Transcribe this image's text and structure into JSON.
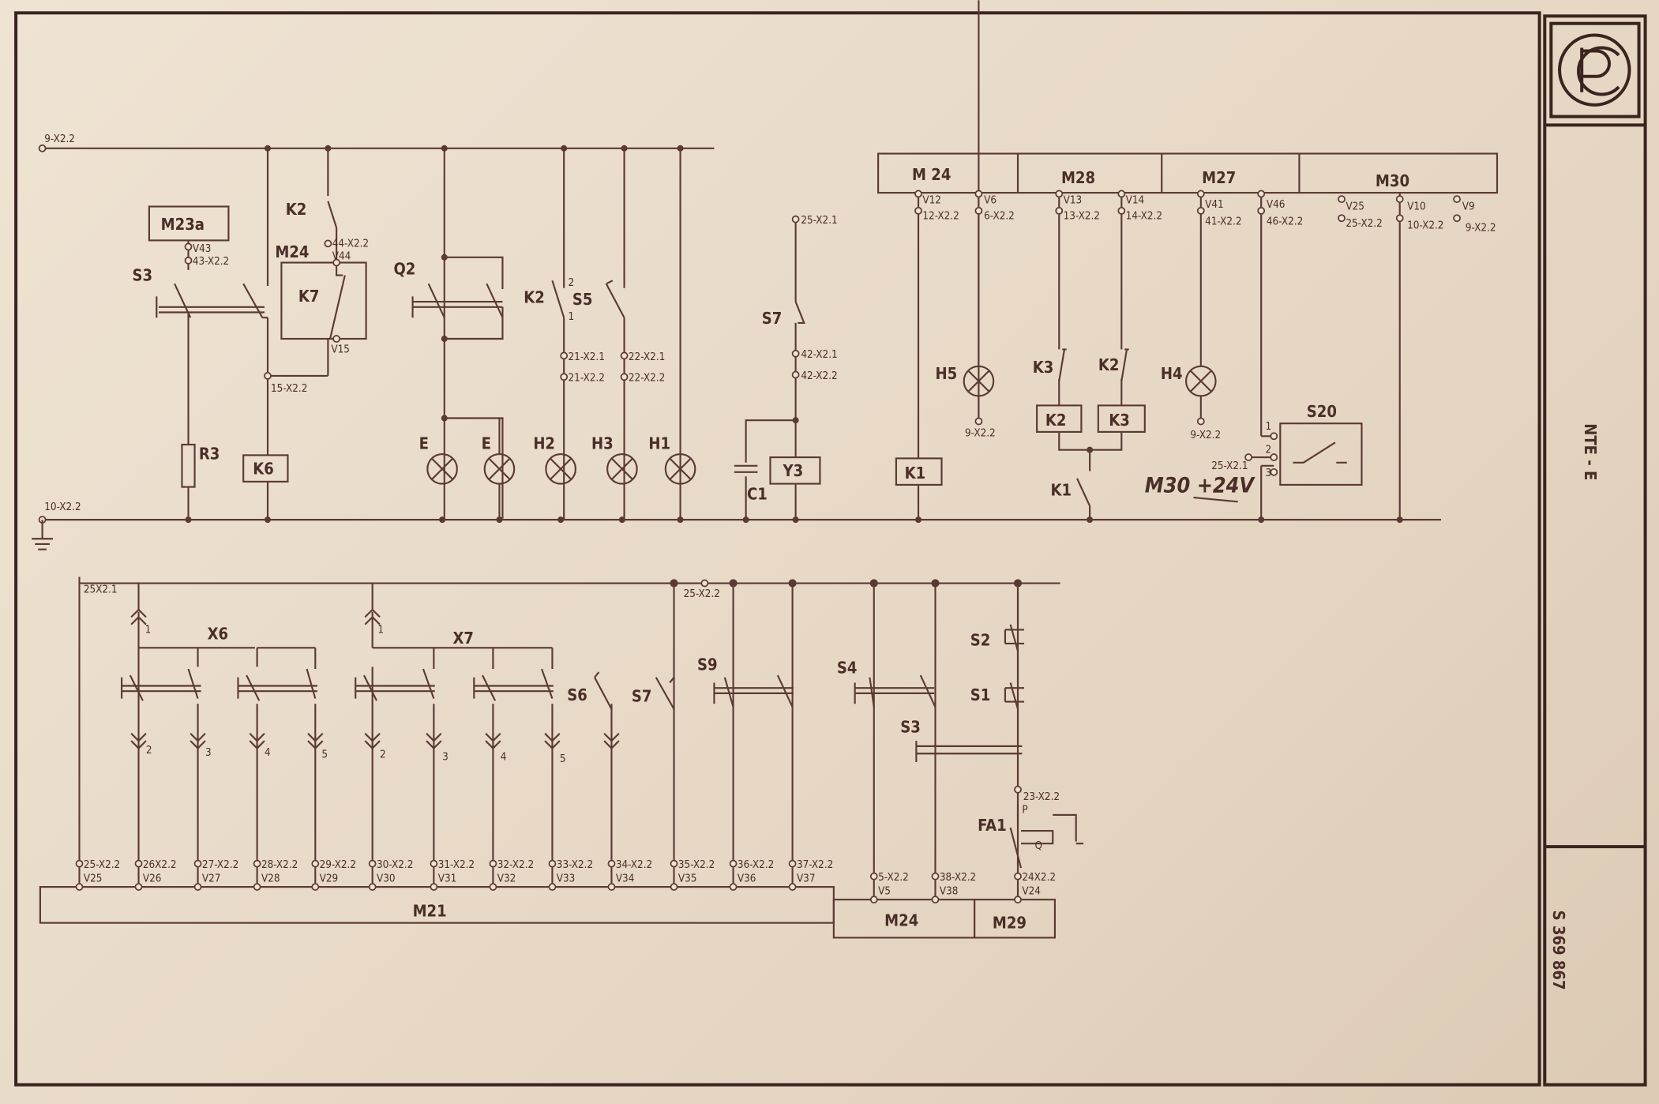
{
  "sheet": {
    "title": "NTE - E",
    "number": "S 369 867",
    "logo": "CP"
  },
  "bus": {
    "top": "9-X2.2",
    "bottom": "10-X2.2",
    "lower": "25X2.1"
  },
  "upper_left": {
    "M23a": "M23a",
    "v43": "V43",
    "t43": "43-X2.2",
    "S3": "S3",
    "R3": "R3",
    "K6": "K6",
    "K2a": "K2",
    "t44": "44-X2.2",
    "v44": "V44",
    "M24": "M24",
    "K7": "K7",
    "v15": "V15",
    "t15": "15-X2.2",
    "Q2": "Q2",
    "E1": "E",
    "E2": "E",
    "H2": "H2",
    "H3": "H3",
    "H1": "H1",
    "K2b": "K2",
    "S5": "S5",
    "p2": "2",
    "p1": "1",
    "t21a": "21-X2.1",
    "t21b": "21-X2.2",
    "t22a": "22-X2.1",
    "t22b": "22-X2.2",
    "t25": "25-X2.1",
    "S7": "S7",
    "t42a": "42-X2.1",
    "t42b": "42-X2.2",
    "Y3": "Y3",
    "C1": "C1"
  },
  "upper_right": {
    "modules": [
      "M 24",
      "M28",
      "M27",
      "M30"
    ],
    "terminals": [
      {
        "v": "V12",
        "t": "12-X2.2"
      },
      {
        "v": "V6",
        "t": "6-X2.2"
      },
      {
        "v": "V13",
        "t": "13-X2.2"
      },
      {
        "v": "V14",
        "t": "14-X2.2"
      },
      {
        "v": "V41",
        "t": "41-X2.2"
      },
      {
        "v": "V46",
        "t": "46-X2.2"
      },
      {
        "v": "V25",
        "t": "25-X2.2"
      },
      {
        "v": "V10",
        "t": "10-X2.2"
      },
      {
        "v": "V9",
        "t": "9-X2.2"
      }
    ],
    "H5": "H5",
    "H5t": "9-X2.2",
    "K3c": "K3",
    "K2c": "K2",
    "K2box": "K2",
    "K3box": "K3",
    "H4": "H4",
    "H4t": "9-X2.2",
    "K1box": "K1",
    "K1c": "K1",
    "S20": "S20",
    "s1": "1",
    "s2": "2",
    "s3": "3",
    "s20t": "25-X2.1",
    "note": "M30 +24V"
  },
  "lower": {
    "X6": "X6",
    "X7": "X7",
    "S6": "S6",
    "S7": "S7",
    "S9": "S9",
    "S4": "S4",
    "S3": "S3",
    "S2": "S2",
    "S1": "S1",
    "FA1": "FA1",
    "p": "P",
    "q": "Q",
    "t23": "23-X2.2",
    "t25": "25-X2.2",
    "pins6": [
      "1",
      "2",
      "3",
      "4",
      "5"
    ],
    "pins7": [
      "1",
      "2",
      "3",
      "4",
      "5"
    ],
    "terminals": [
      {
        "t": "25-X2.2",
        "v": "V25"
      },
      {
        "t": "26X2.2",
        "v": "V26"
      },
      {
        "t": "27-X2.2",
        "v": "V27"
      },
      {
        "t": "28-X2.2",
        "v": "V28"
      },
      {
        "t": "29-X2.2",
        "v": "V29"
      },
      {
        "t": "30-X2.2",
        "v": "V30"
      },
      {
        "t": "31-X2.2",
        "v": "V31"
      },
      {
        "t": "32-X2.2",
        "v": "V32"
      },
      {
        "t": "33-X2.2",
        "v": "V33"
      },
      {
        "t": "34-X2.2",
        "v": "V34"
      },
      {
        "t": "35-X2.2",
        "v": "V35"
      },
      {
        "t": "36-X2.2",
        "v": "V36"
      },
      {
        "t": "37-X2.2",
        "v": "V37"
      },
      {
        "t": "5-X2.2",
        "v": "V5"
      },
      {
        "t": "38-X2.2",
        "v": "V38"
      },
      {
        "t": "24X2.2",
        "v": "V24"
      }
    ],
    "modules": [
      "M21",
      "M24",
      "M29"
    ]
  }
}
